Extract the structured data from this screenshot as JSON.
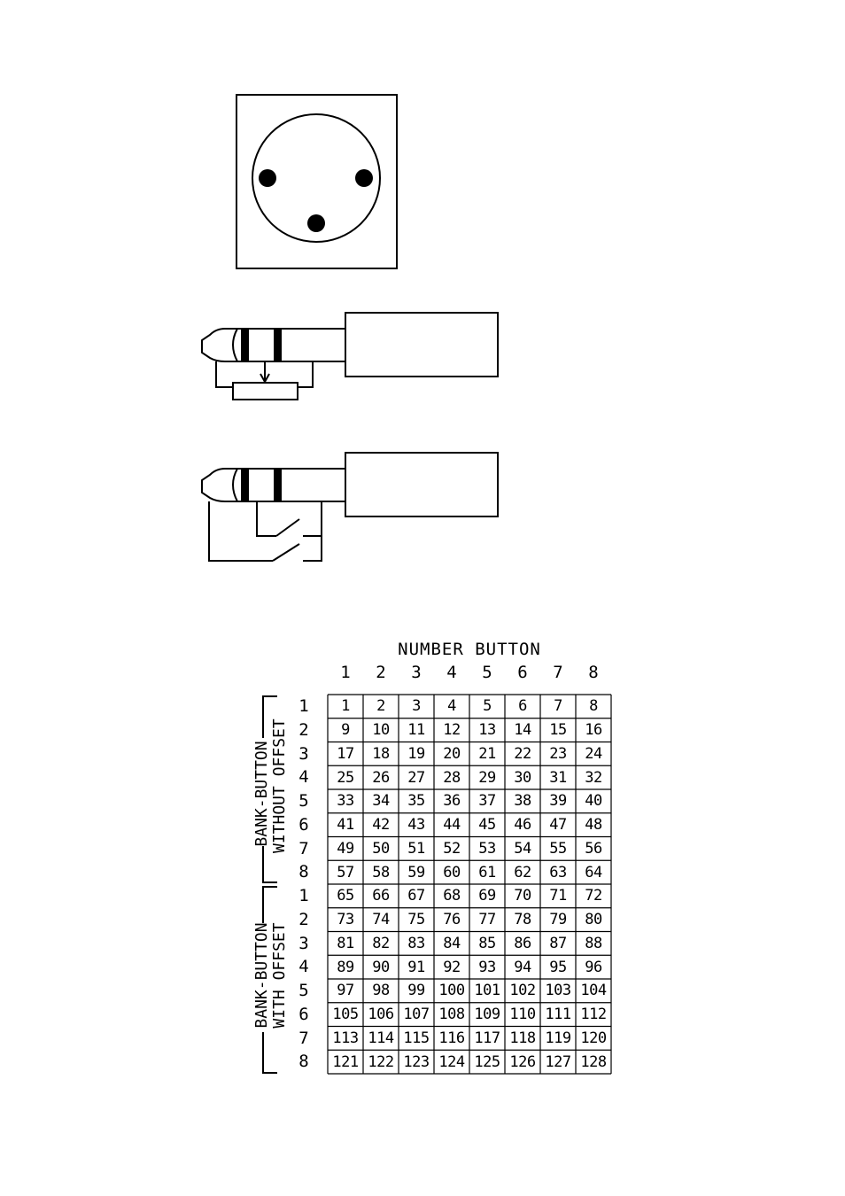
{
  "table": {
    "title": "NUMBER BUTTON",
    "column_headers": [
      "1",
      "2",
      "3",
      "4",
      "5",
      "6",
      "7",
      "8"
    ],
    "row_headers": [
      "1",
      "2",
      "3",
      "4",
      "5",
      "6",
      "7",
      "8",
      "1",
      "2",
      "3",
      "4",
      "5",
      "6",
      "7",
      "8"
    ],
    "group_labels": {
      "without_offset": [
        "BANK-BUTTON",
        "WITHOUT OFFSET"
      ],
      "with_offset": [
        "BANK-BUTTON",
        "WITH OFFSET"
      ]
    },
    "rows": [
      [
        "1",
        "2",
        "3",
        "4",
        "5",
        "6",
        "7",
        "8"
      ],
      [
        "9",
        "10",
        "11",
        "12",
        "13",
        "14",
        "15",
        "16"
      ],
      [
        "17",
        "18",
        "19",
        "20",
        "21",
        "22",
        "23",
        "24"
      ],
      [
        "25",
        "26",
        "27",
        "28",
        "29",
        "30",
        "31",
        "32"
      ],
      [
        "33",
        "34",
        "35",
        "36",
        "37",
        "38",
        "39",
        "40"
      ],
      [
        "41",
        "42",
        "43",
        "44",
        "45",
        "46",
        "47",
        "48"
      ],
      [
        "49",
        "50",
        "51",
        "52",
        "53",
        "54",
        "55",
        "56"
      ],
      [
        "57",
        "58",
        "59",
        "60",
        "61",
        "62",
        "63",
        "64"
      ],
      [
        "65",
        "66",
        "67",
        "68",
        "69",
        "70",
        "71",
        "72"
      ],
      [
        "73",
        "74",
        "75",
        "76",
        "77",
        "78",
        "79",
        "80"
      ],
      [
        "81",
        "82",
        "83",
        "84",
        "85",
        "86",
        "87",
        "88"
      ],
      [
        "89",
        "90",
        "91",
        "92",
        "93",
        "94",
        "95",
        "96"
      ],
      [
        "97",
        "98",
        "99",
        "100",
        "101",
        "102",
        "103",
        "104"
      ],
      [
        "105",
        "106",
        "107",
        "108",
        "109",
        "110",
        "111",
        "112"
      ],
      [
        "113",
        "114",
        "115",
        "116",
        "117",
        "118",
        "119",
        "120"
      ],
      [
        "121",
        "122",
        "123",
        "124",
        "125",
        "126",
        "127",
        "128"
      ]
    ]
  }
}
